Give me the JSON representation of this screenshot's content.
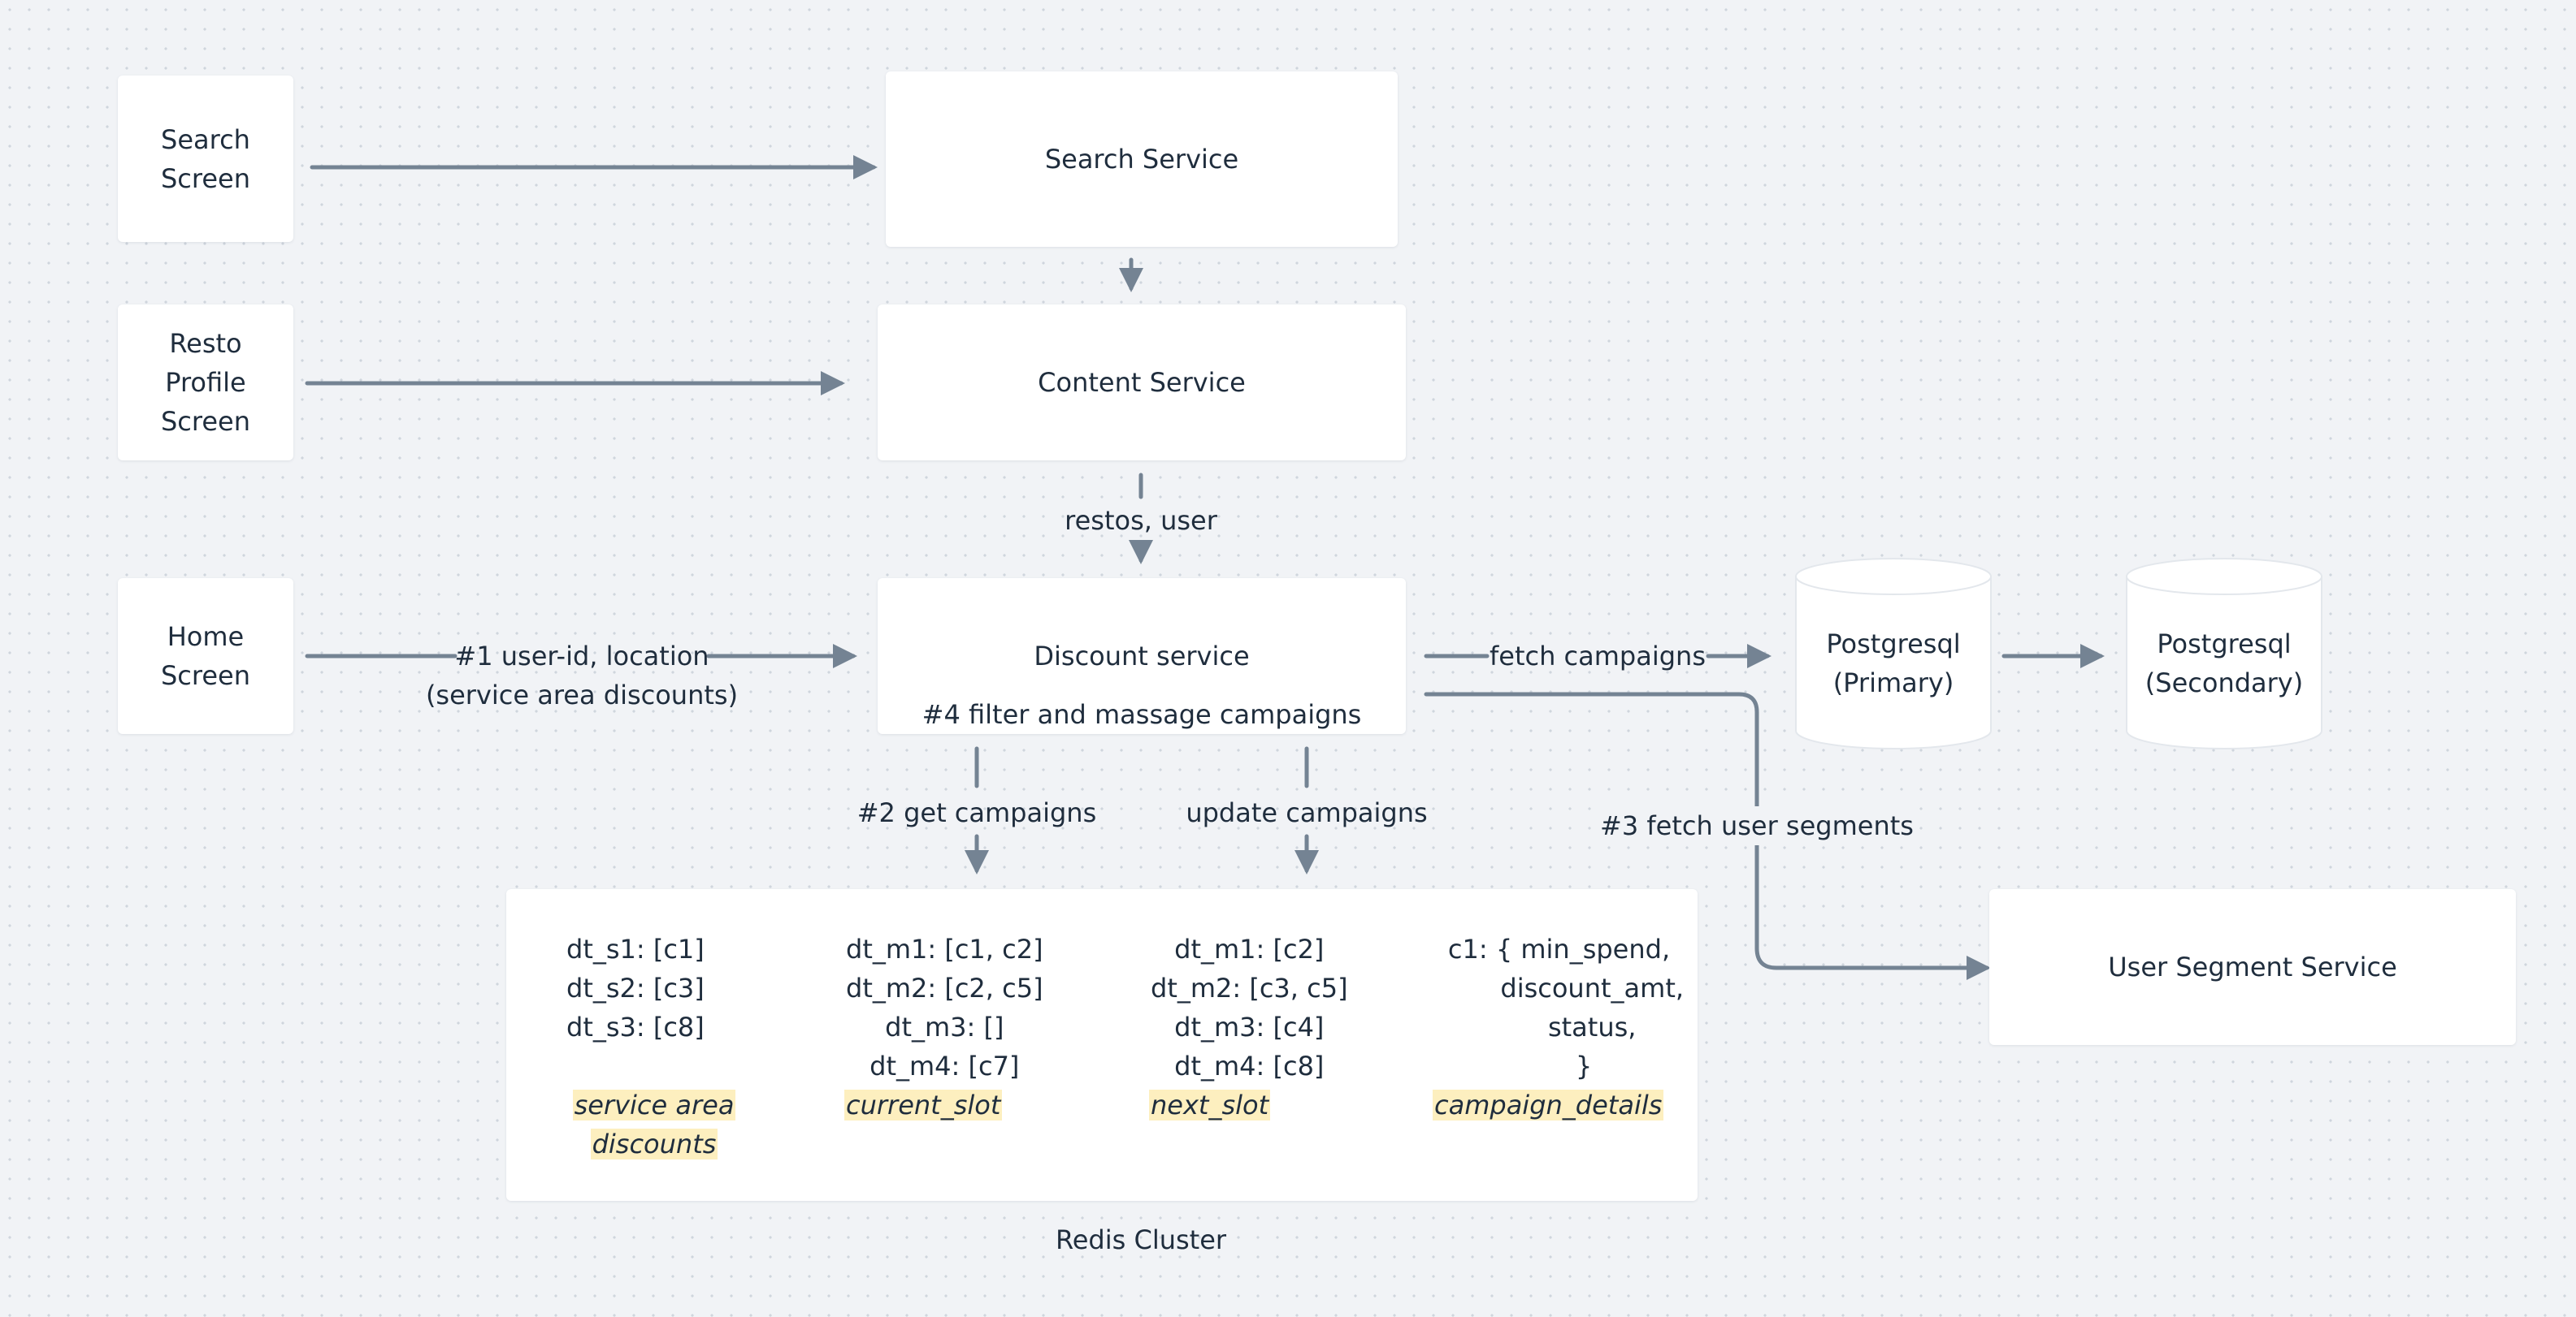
{
  "nodes": {
    "search_screen": "Search\nScreen",
    "search_service": "Search Service",
    "resto_profile_screen": "Resto\nProfile\nScreen",
    "content_service": "Content Service",
    "home_screen": "Home\nScreen",
    "discount_service": "Discount service",
    "discount_service_note": "#4 filter and massage campaigns",
    "postgres_primary": "Postgresql\n(Primary)",
    "postgres_secondary": "Postgresql\n(Secondary)",
    "user_segment_service": "User Segment Service",
    "redis_cluster": "Redis Cluster"
  },
  "edges": {
    "restos_user": "restos, user",
    "user_id_location": "#1 user-id, location",
    "service_area_discounts": "(service area discounts)",
    "fetch_campaigns": "fetch campaigns",
    "get_campaigns": "#2 get campaigns",
    "update_campaigns": "update campaigns",
    "fetch_user_segments": "#3 fetch user segments"
  },
  "redis": {
    "columns": [
      {
        "content": "dt_s1: [c1]\ndt_s2: [c3]\ndt_s3: [c8]",
        "tag": "service area\ndiscounts"
      },
      {
        "content": "dt_m1: [c1, c2]\ndt_m2: [c2, c5]\ndt_m3: []\ndt_m4: [c7]",
        "tag": "current_slot"
      },
      {
        "content": "dt_m1: [c2]\ndt_m2: [c3, c5]\ndt_m3: [c4]\ndt_m4: [c8]",
        "tag": "next_slot"
      },
      {
        "content": "c1: { min_spend,\n        discount_amt,\n        status,\n      }",
        "tag": "campaign_details"
      }
    ]
  },
  "colors": {
    "arrow": "#748393",
    "box": "#ffffff",
    "highlight": "#fdefbf",
    "background": "#f1f3f6"
  }
}
